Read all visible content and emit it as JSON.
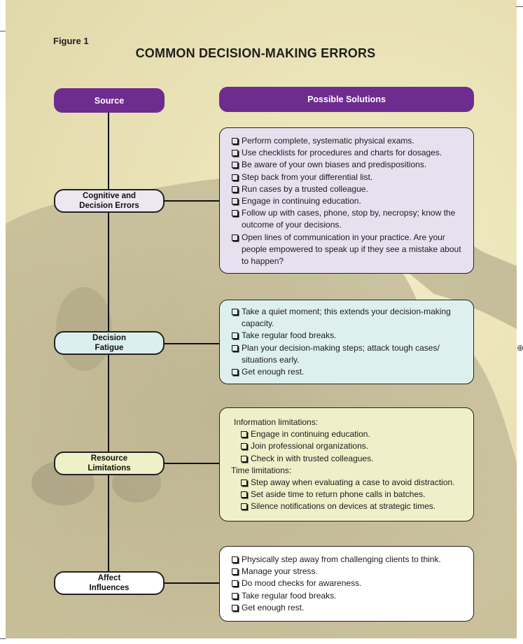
{
  "figure_label": "Figure 1",
  "title": "COMMON DECISION-MAKING ERRORS",
  "headers": {
    "source": "Source",
    "solutions": "Possible Solutions"
  },
  "sources": [
    {
      "label_lines": [
        "Cognitive and",
        "Decision Errors"
      ],
      "fill": "#ede7f2"
    },
    {
      "label_lines": [
        "Decision",
        "Fatigue"
      ],
      "fill": "#dcefef"
    },
    {
      "label_lines": [
        "Resource",
        "Limitations"
      ],
      "fill": "#eef0c8"
    },
    {
      "label_lines": [
        "Affect",
        "Influences"
      ],
      "fill": "#ffffff"
    }
  ],
  "solutions": {
    "cognitive": {
      "fill": "#e6e0ef",
      "items": [
        "Perform complete, systematic physical exams.",
        "Use checklists for procedures and charts for dosages.",
        "Be aware of your own biases and predispositions.",
        "Step back from your differential list.",
        "Run cases by a trusted colleague.",
        "Engage in continuing education.",
        "Follow up with cases, phone, stop by, necropsy; know the outcome of your decisions.",
        "Open lines of communication in your practice. Are your people empowered to speak up if they see a mistake about to happen?"
      ]
    },
    "fatigue": {
      "fill": "#ddf0ee",
      "items": [
        "Take a quiet moment; this extends your decision-making capacity.",
        "Take regular food breaks.",
        "Plan your decision-making steps; attack tough cases/ situations early.",
        "Get enough rest."
      ]
    },
    "resource": {
      "fill": "#eff0c9",
      "info_heading": "Information limitations:",
      "info_items": [
        "Engage in continuing education.",
        "Join professional organizations.",
        "Check in with trusted colleagues."
      ],
      "time_heading": "Time limitations:",
      "time_items": [
        "Step away when evaluating a case to avoid distraction.",
        "Set aside time to return phone calls in batches.",
        "Silence notifications on devices at strategic times."
      ]
    },
    "affect": {
      "fill": "#ffffff",
      "items": [
        "Physically step away from challenging clients to think.",
        "Manage your stress.",
        "Do mood checks for awareness.",
        "Take regular food breaks.",
        "Get enough rest."
      ]
    }
  },
  "colors": {
    "header_purple": "#6d2c8e",
    "line": "#111111"
  },
  "side_icon": "registration-mark-icon"
}
